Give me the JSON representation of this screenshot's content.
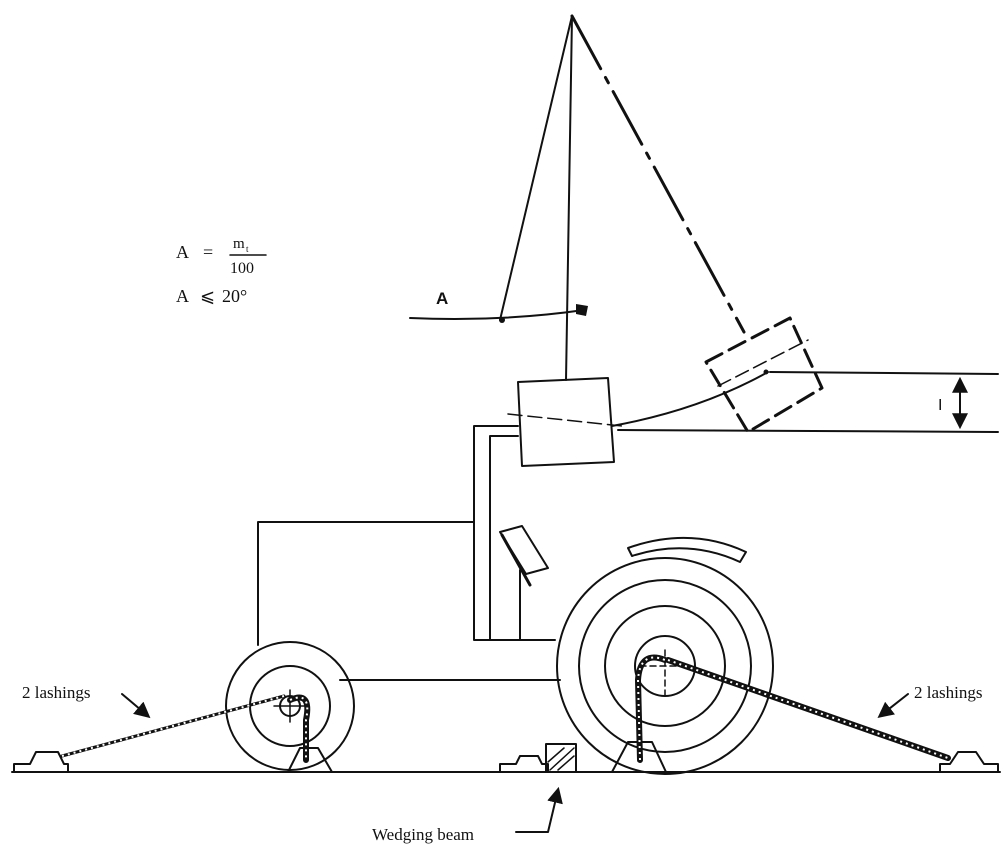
{
  "formula": {
    "lhs": "A",
    "equals": "=",
    "numerator": "m",
    "numerator_sub": "t",
    "denominator": "100",
    "constraint_lhs": "A",
    "constraint_op": "⩽",
    "constraint_rhs": "20°"
  },
  "labels": {
    "arc_label": "A",
    "height_label": "I",
    "lashings_left": "2 lashings",
    "lashings_right": "2 lashings",
    "wedging_beam": "Wedging beam"
  }
}
